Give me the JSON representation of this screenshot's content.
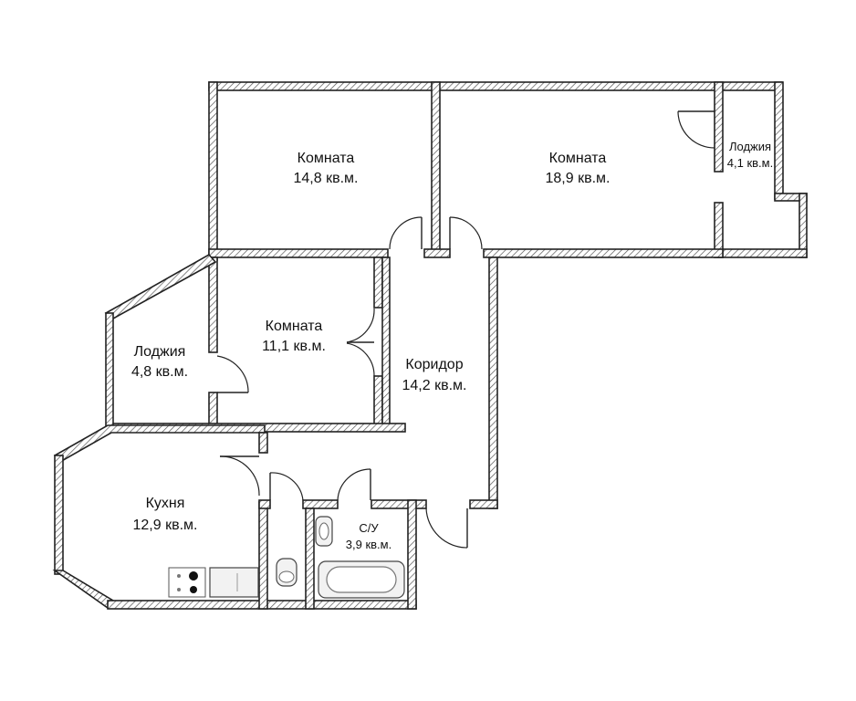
{
  "plan": {
    "rooms": [
      {
        "id": "room-1",
        "name": "Комната",
        "area": "14,8 кв.м."
      },
      {
        "id": "room-2",
        "name": "Комната",
        "area": "18,9 кв.м."
      },
      {
        "id": "loggia-1",
        "name": "Лоджия",
        "area": "4,1 кв.м."
      },
      {
        "id": "loggia-2",
        "name": "Лоджия",
        "area": "4,8 кв.м."
      },
      {
        "id": "room-3",
        "name": "Комната",
        "area": "11,1 кв.м."
      },
      {
        "id": "corridor",
        "name": "Коридор",
        "area": "14,2 кв.м."
      },
      {
        "id": "kitchen",
        "name": "Кухня",
        "area": "12,9 кв.м."
      },
      {
        "id": "bathroom",
        "name": "С/У",
        "area": "3,9 кв.м."
      }
    ]
  }
}
